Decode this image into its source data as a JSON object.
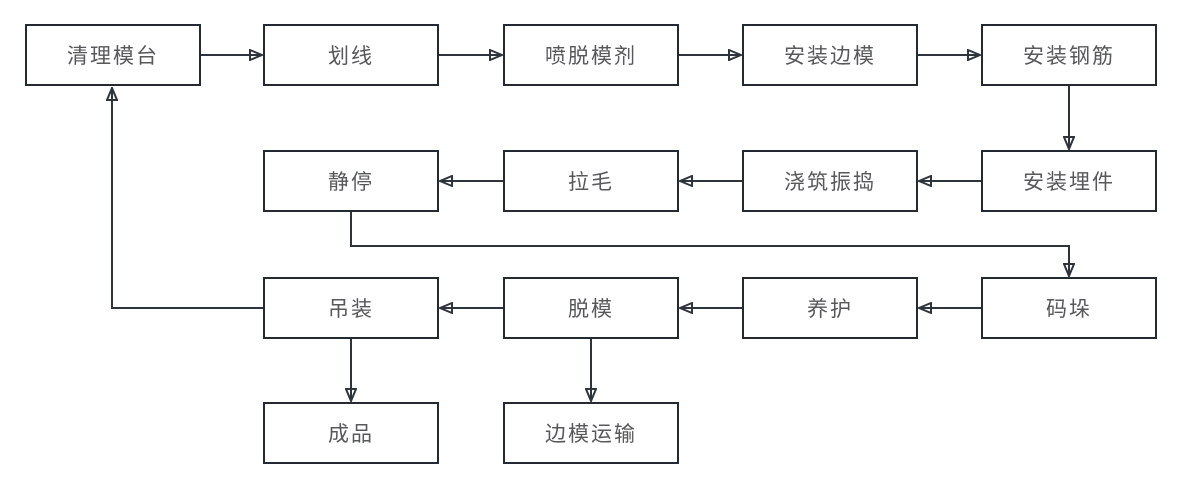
{
  "diagram": {
    "type": "flowchart",
    "colors": {
      "background": "#ffffff",
      "node_border": "#242a31",
      "edge_line": "#2e343c",
      "node_text": "#56585b",
      "node_fill": "#ffffff"
    },
    "nodes": [
      {
        "id": "clean-mold-table",
        "label": "清理模台"
      },
      {
        "id": "marking",
        "label": "划线"
      },
      {
        "id": "spray-release-agent",
        "label": "喷脱模剂"
      },
      {
        "id": "install-side-molds",
        "label": "安装边模"
      },
      {
        "id": "install-rebar",
        "label": "安装钢筋"
      },
      {
        "id": "install-embedded-parts",
        "label": "安装埋件"
      },
      {
        "id": "pour-and-vibrate",
        "label": "浇筑振捣"
      },
      {
        "id": "roughening",
        "label": "拉毛"
      },
      {
        "id": "resting",
        "label": "静停"
      },
      {
        "id": "stacking",
        "label": "码垛"
      },
      {
        "id": "curing",
        "label": "养护"
      },
      {
        "id": "demolding",
        "label": "脱模"
      },
      {
        "id": "hoisting",
        "label": "吊装"
      },
      {
        "id": "finished-product",
        "label": "成品"
      },
      {
        "id": "side-mold-transport",
        "label": "边模运输"
      }
    ],
    "edges": [
      {
        "from": "clean-mold-table",
        "to": "marking"
      },
      {
        "from": "marking",
        "to": "spray-release-agent"
      },
      {
        "from": "spray-release-agent",
        "to": "install-side-molds"
      },
      {
        "from": "install-side-molds",
        "to": "install-rebar"
      },
      {
        "from": "install-rebar",
        "to": "install-embedded-parts"
      },
      {
        "from": "install-embedded-parts",
        "to": "pour-and-vibrate"
      },
      {
        "from": "pour-and-vibrate",
        "to": "roughening"
      },
      {
        "from": "roughening",
        "to": "resting"
      },
      {
        "from": "resting",
        "to": "stacking"
      },
      {
        "from": "stacking",
        "to": "curing"
      },
      {
        "from": "curing",
        "to": "demolding"
      },
      {
        "from": "demolding",
        "to": "hoisting"
      },
      {
        "from": "hoisting",
        "to": "clean-mold-table"
      },
      {
        "from": "hoisting",
        "to": "finished-product"
      },
      {
        "from": "demolding",
        "to": "side-mold-transport"
      }
    ]
  }
}
